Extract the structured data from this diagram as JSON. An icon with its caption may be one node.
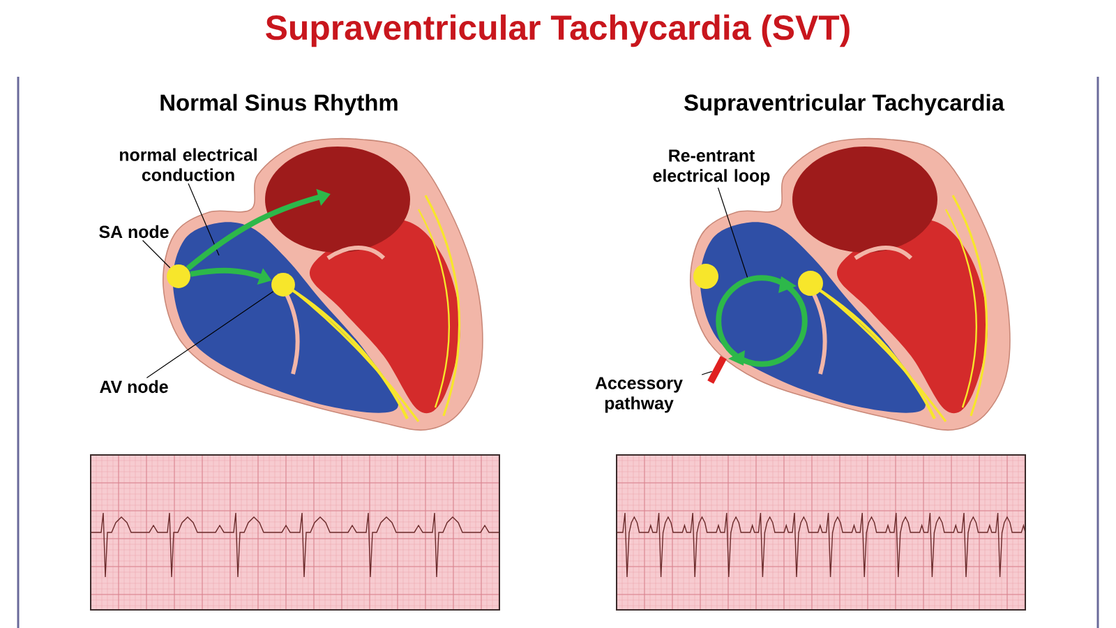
{
  "diagram": {
    "title": "Supraventricular Tachycardia (SVT)",
    "nodes": [
      {
        "text": [
          "normal electrical conduction"
        ]
      },
      {
        "text": [
          "SA node"
        ]
      },
      {
        "text": [
          "AV node"
        ]
      },
      {
        "text": [
          "Re-entrant electrical loop"
        ]
      },
      {
        "text": [
          "Accessory pathway"
        ]
      },
      {
        "text": [],
        "shape": "circle"
      },
      {
        "text": [],
        "shape": "circle"
      },
      {
        "text": [],
        "shape": "circle"
      },
      {
        "text": [],
        "shape": "bar"
      }
    ],
    "edges": [
      {
        "from": 0,
        "to": null,
        "arrow": "none"
      },
      {
        "from": 1,
        "to": 5,
        "arrow": "none"
      },
      {
        "from": 2,
        "to": 6,
        "arrow": "none"
      },
      {
        "from": 3,
        "to": 7,
        "arrow": "none"
      },
      {
        "from": 4,
        "to": 8,
        "arrow": "none"
      },
      {
        "from": 5,
        "to": null,
        "arrow": "to",
        "style": "thick",
        "color": "#2db84a"
      },
      {
        "from": 5,
        "to": 6,
        "arrow": "to",
        "style": "thick",
        "color": "#2db84a"
      }
    ],
    "labels": [
      "Normal Sinus Rhythm",
      "Supraventricular Tachycardia"
    ]
  }
}
